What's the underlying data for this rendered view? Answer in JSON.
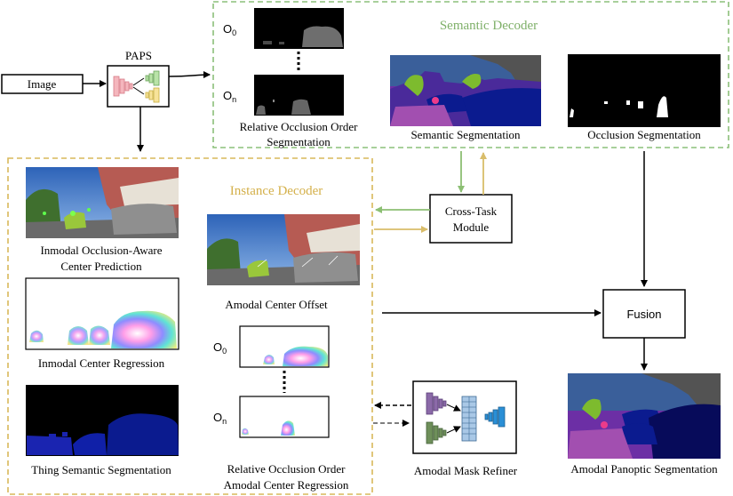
{
  "nodes": {
    "image_input": "Image",
    "paps": "PAPS",
    "cross_task": [
      "Cross-Task",
      "Module"
    ],
    "fusion": "Fusion"
  },
  "groups": {
    "semantic_decoder": "Semantic Decoder",
    "instance_decoder": "Instance Decoder"
  },
  "semantic_outputs": {
    "relative_occlusion_order": [
      "Relative Occlusion Order",
      "Segmentation"
    ],
    "semantic_segmentation": "Semantic Segmentation",
    "occlusion_segmentation": "Occlusion Segmentation",
    "o0": "O",
    "o0_sub": "0",
    "on": "O",
    "on_sub": "n"
  },
  "instance_outputs": {
    "inmodal_center_prediction": [
      "Inmodal Occlusion-Aware",
      "Center Prediction"
    ],
    "inmodal_center_regression": "Inmodal Center Regression",
    "thing_semantic_segmentation": "Thing Semantic Segmentation",
    "amodal_center_offset": "Amodal Center Offset",
    "relative_occlusion_regression": [
      "Relative Occlusion Order",
      "Amodal Center Regression"
    ],
    "o0": "O",
    "o0_sub": "0",
    "on": "O",
    "on_sub": "n"
  },
  "refiner": "Amodal Mask Refiner",
  "final_output": "Amodal Panoptic Segmentation",
  "colors": {
    "semantic_border": "#8cc07a",
    "instance_border": "#d9b85a",
    "arrow_green": "#8cbf73",
    "arrow_gold": "#d9bd6a",
    "paps_pink": "#f4b6bd",
    "paps_green": "#b9e3a8",
    "paps_yellow": "#f7e39a",
    "refiner_purple": "#8b6aa8",
    "refiner_green": "#6e8f5a",
    "refiner_grid": "#a9c8e6",
    "refiner_blue": "#2a8fd6"
  }
}
